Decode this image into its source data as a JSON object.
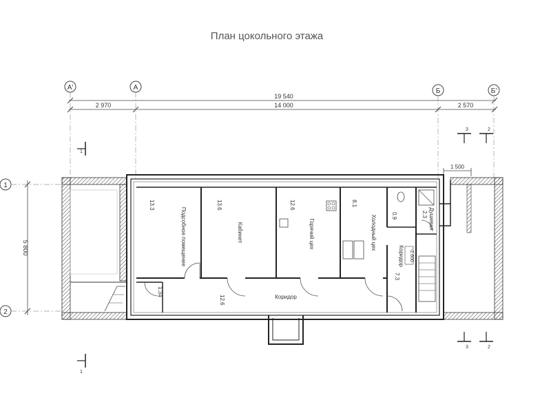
{
  "title": "План цокольного этажа",
  "axes": {
    "a_prime": "А'",
    "a": "А",
    "b": "Б",
    "b_prime": "Б'",
    "row1": "1",
    "row2": "2"
  },
  "dimensions": {
    "overall": "19 540",
    "left": "2 970",
    "middle": "14 000",
    "right": "2 570",
    "depth": "5 800",
    "stub": "1 500"
  },
  "section_marks": {
    "mark1": "1",
    "mark2": "2",
    "mark3": "3"
  },
  "rooms": [
    {
      "name": "Подсобное помещение",
      "area": "13.3"
    },
    {
      "name": "Кабинет",
      "area": "13.6"
    },
    {
      "name": "Горячий цех",
      "area": "12.6"
    },
    {
      "name": "Холодный цех",
      "area": "8.1"
    },
    {
      "name": "Душевая",
      "area": "2.3"
    },
    {
      "name": "Коридор",
      "area": "7.3"
    },
    {
      "name": "Коридор",
      "area": "12.6"
    }
  ],
  "extra_areas": {
    "vestibule": "1.34",
    "wc": "0.9"
  },
  "level_mark": "-2.600"
}
